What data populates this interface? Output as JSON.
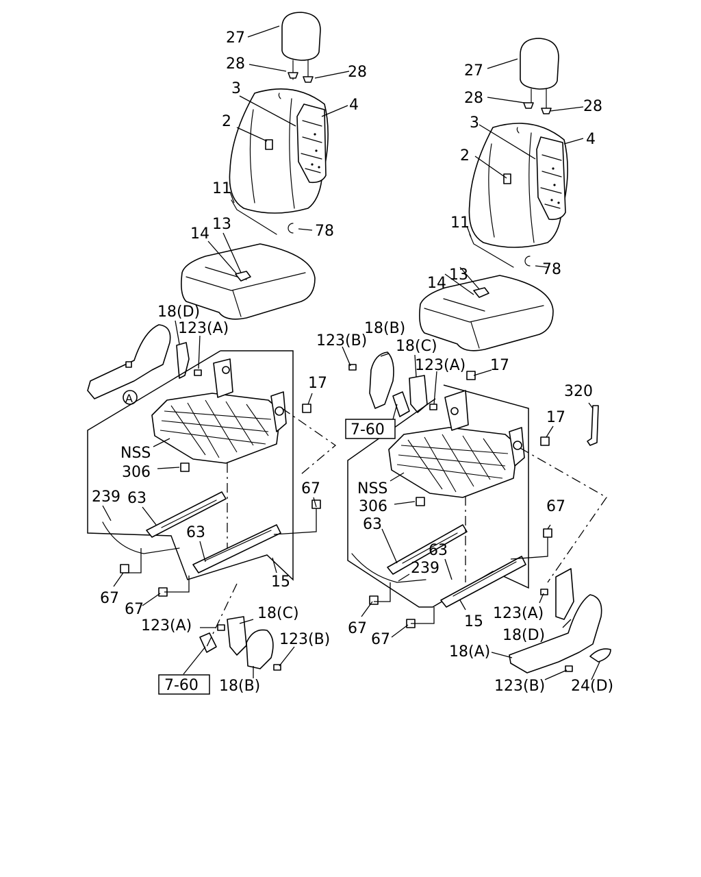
{
  "labels": {
    "l_27": "27",
    "l_28a": "28",
    "l_28b": "28",
    "l_3": "3",
    "l_4": "4",
    "l_2": "2",
    "l_11": "11",
    "l_78": "78",
    "l_13": "13",
    "l_14": "14",
    "l_18d": "18(D)",
    "l_123a": "123(A)",
    "l_circA": "A",
    "l_17": "17",
    "l_nss": "NSS",
    "l_306": "306",
    "l_67a": "67",
    "l_239": "239",
    "l_63a": "63",
    "l_63b": "63",
    "l_15": "15",
    "l_67b": "67",
    "l_67c": "67",
    "l_18c": "18(C)",
    "l_123a2": "123(A)",
    "l_123b": "123(B)",
    "l_760": "7-60",
    "l_18b": "18(B)",
    "r_27": "27",
    "r_28a": "28",
    "r_28b": "28",
    "r_3": "3",
    "r_4": "4",
    "r_2": "2",
    "r_11": "11",
    "r_78": "78",
    "r_13": "13",
    "r_14": "14",
    "r_123b": "123(B)",
    "r_18b": "18(B)",
    "r_18c": "18(C)",
    "r_123a": "123(A)",
    "r_17a": "17",
    "r_760": "7-60",
    "r_320": "320",
    "r_17b": "17",
    "r_nss": "NSS",
    "r_306": "306",
    "r_67a": "67",
    "r_63a": "63",
    "r_63b": "63",
    "r_239": "239",
    "r_123a2": "123(A)",
    "r_18d": "18(D)",
    "r_67b": "67",
    "r_15": "15",
    "r_67c": "67",
    "r_18a": "18(A)",
    "r_123b2": "123(B)",
    "r_24d": "24(D)"
  }
}
